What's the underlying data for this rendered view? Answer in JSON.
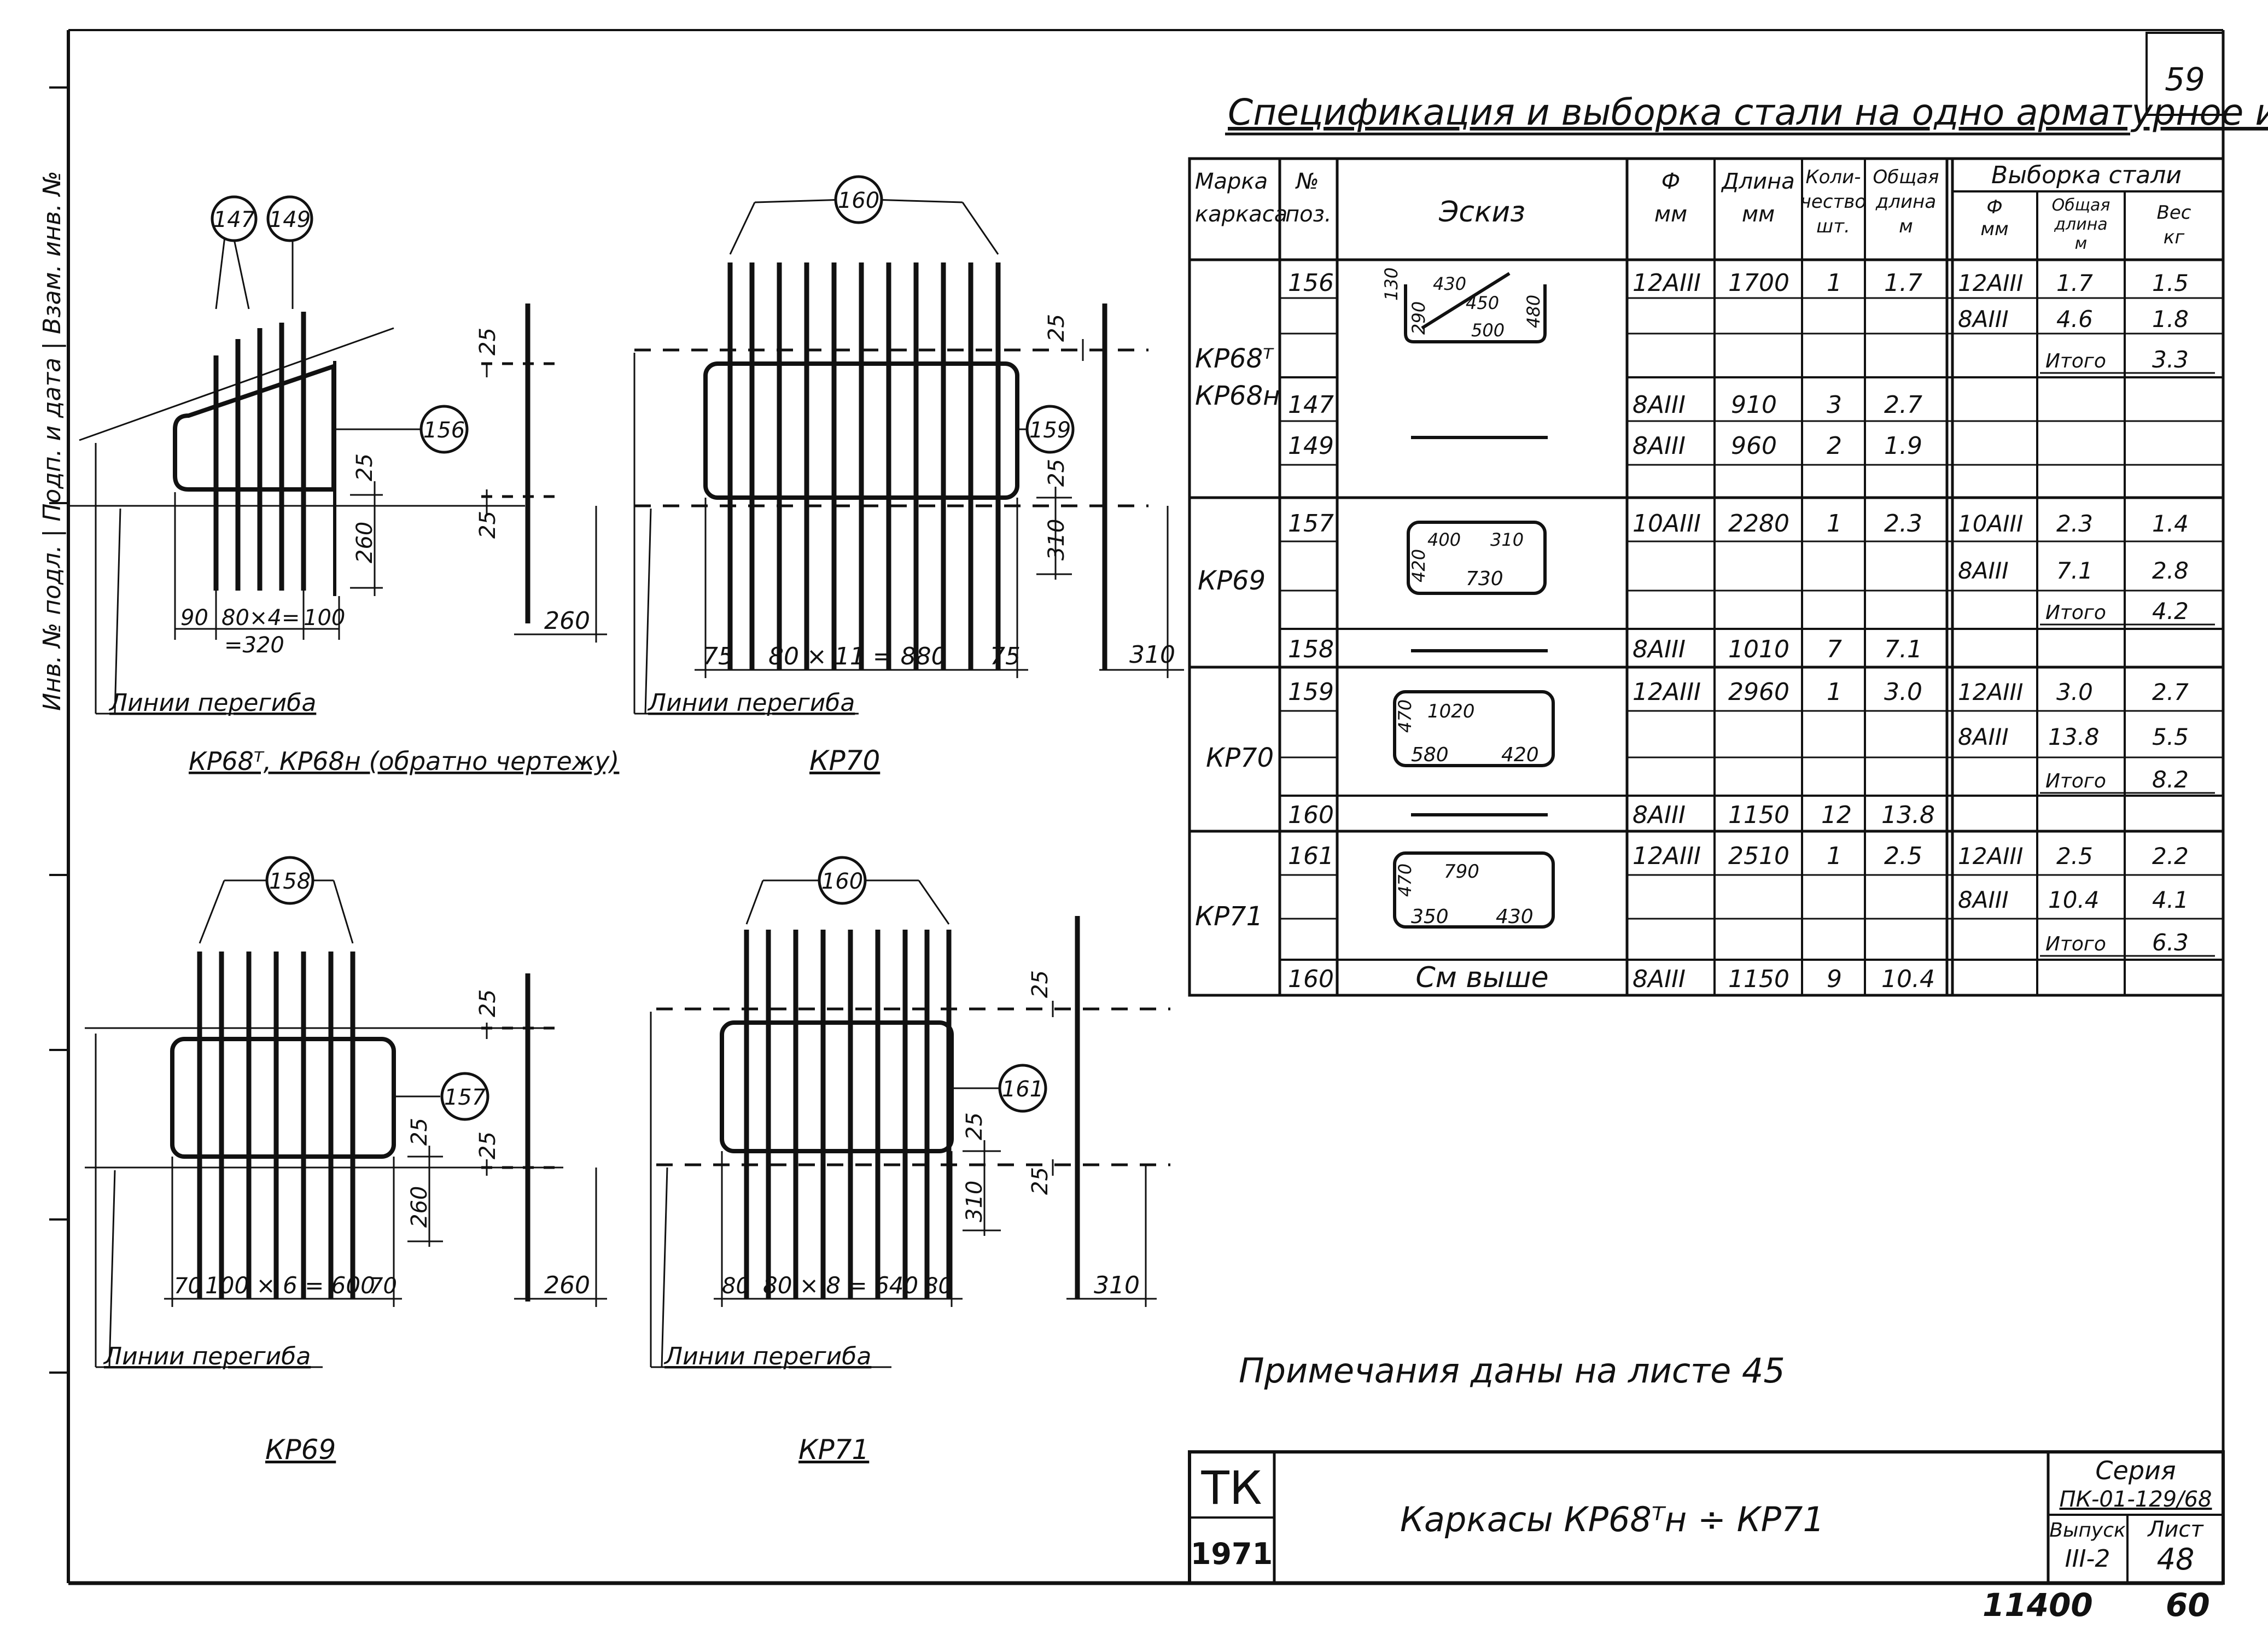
{
  "sheet": {
    "page_number": "59",
    "frame_label_left": "Инв. № подл. | Подп. и дата | Взам. инв. №",
    "archive_numbers": [
      "11400",
      "60"
    ]
  },
  "spec": {
    "title": "Спецификация и выборка стали на одно арматурное изделие",
    "headers": {
      "mark": [
        "Марка",
        "каркаса"
      ],
      "pos": [
        "№",
        "поз."
      ],
      "sketch": "Эскиз",
      "dia": [
        "Ф",
        "мм"
      ],
      "length": [
        "Длина",
        "мм"
      ],
      "qty": [
        "Коли-",
        "чество",
        "шт."
      ],
      "total_length": [
        "Общая",
        "длина",
        "м"
      ],
      "steel_group": "Выборка стали",
      "steel_dia": [
        "Ф",
        "мм"
      ],
      "steel_len": [
        "Общая",
        "длина",
        "м"
      ],
      "steel_weight": [
        "Вес",
        "кг"
      ]
    },
    "marks": [
      "КР68ᵀ",
      "КР68н",
      "КР69",
      "КР70",
      "КР71"
    ],
    "rows": [
      {
        "pos": "156",
        "dia": "12АIII",
        "length": "1700",
        "qty": "1",
        "total": "1.7"
      },
      {
        "pos": "147",
        "dia": "8АIII",
        "length": "910",
        "qty": "3",
        "total": "2.7"
      },
      {
        "pos": "149",
        "dia": "8АIII",
        "length": "960",
        "qty": "2",
        "total": "1.9"
      },
      {
        "pos": "157",
        "dia": "10АIII",
        "length": "2280",
        "qty": "1",
        "total": "2.3"
      },
      {
        "pos": "158",
        "dia": "8АIII",
        "length": "1010",
        "qty": "7",
        "total": "7.1"
      },
      {
        "pos": "159",
        "dia": "12АIII",
        "length": "2960",
        "qty": "1",
        "total": "3.0"
      },
      {
        "pos": "160",
        "dia": "8АIII",
        "length": "1150",
        "qty": "12",
        "total": "13.8"
      },
      {
        "pos": "161",
        "dia": "12АIII",
        "length": "2510",
        "qty": "1",
        "total": "2.5"
      },
      {
        "pos": "160",
        "sketch_text": "См выше",
        "dia": "8АIII",
        "length": "1150",
        "qty": "9",
        "total": "10.4"
      }
    ],
    "steel": [
      {
        "dia": "12АIII",
        "len": "1.7",
        "weight": "1.5"
      },
      {
        "dia": "8АIII",
        "len": "4.6",
        "weight": "1.8"
      },
      {
        "len": "Итого",
        "weight": "3.3"
      },
      {
        "dia": "10АIII",
        "len": "2.3",
        "weight": "1.4"
      },
      {
        "dia": "8АIII",
        "len": "7.1",
        "weight": "2.8"
      },
      {
        "len": "Итого",
        "weight": "4.2"
      },
      {
        "dia": "12АIII",
        "len": "3.0",
        "weight": "2.7"
      },
      {
        "dia": "8АIII",
        "len": "13.8",
        "weight": "5.5"
      },
      {
        "len": "Итого",
        "weight": "8.2"
      },
      {
        "dia": "12АIII",
        "len": "2.5",
        "weight": "2.2"
      },
      {
        "dia": "8АIII",
        "len": "10.4",
        "weight": "4.1"
      },
      {
        "len": "Итого",
        "weight": "6.3"
      }
    ],
    "sketches": {
      "s156": [
        "130",
        "430",
        "450",
        "290",
        "500",
        "480"
      ],
      "s157": [
        "400",
        "310",
        "420",
        "730"
      ],
      "s159": [
        "1020",
        "470",
        "580",
        "420"
      ],
      "s161": [
        "790",
        "470",
        "350",
        "430"
      ]
    }
  },
  "drawings": {
    "kr68": {
      "caption": "КР68ᵀ, КР68н (обратно чертежу)",
      "bend_label": "Линии перегиба",
      "bubbles": [
        "147",
        "149",
        "156"
      ],
      "dims": [
        "25",
        "25",
        "260",
        "25",
        "90",
        "80×4=",
        "100",
        "=320",
        "260"
      ]
    },
    "kr70": {
      "caption": "КР70",
      "bend_label": "Линии перегиба",
      "bubbles": [
        "160",
        "159"
      ],
      "dims": [
        "25",
        "25",
        "310",
        "75",
        "80 × 11 = 880",
        "75",
        "310"
      ]
    },
    "kr69": {
      "caption": "КР69",
      "bend_label": "Линии перегиба",
      "bubbles": [
        "158",
        "157"
      ],
      "dims": [
        "25",
        "25",
        "25",
        "260",
        "70",
        "100 × 6 = 600",
        "70",
        "260"
      ]
    },
    "kr71": {
      "caption": "КР71",
      "bend_label": "Линии перегиба",
      "bubbles": [
        "160",
        "161"
      ],
      "dims": [
        "25",
        "25",
        "25",
        "310",
        "80",
        "80 × 8 = 640",
        "80",
        "310"
      ]
    }
  },
  "note": "Примечания даны на листе 45",
  "title_block": {
    "logo": "ТК",
    "year": "1971",
    "title": "Каркасы КР68ᵀн ÷ КР71",
    "series_label": "Серия",
    "series": "ПК-01-129/68",
    "issue_label": "Выпуск",
    "issue": "III-2",
    "sheet_label": "Лист",
    "sheet": "48"
  }
}
